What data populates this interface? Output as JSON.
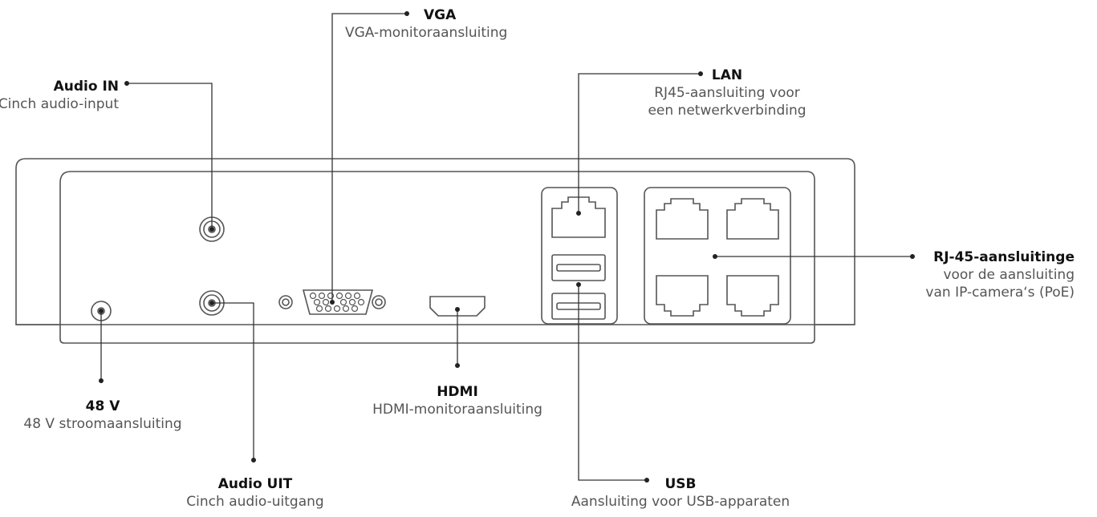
{
  "labels": {
    "audio_in": {
      "title": "Audio IN",
      "desc": "Cinch audio-input"
    },
    "vga": {
      "title": "VGA",
      "desc": "VGA-monitoraansluiting"
    },
    "lan": {
      "title": "LAN",
      "desc1": "RJ45-aansluiting voor",
      "desc2": "een netwerkverbinding"
    },
    "rj45": {
      "title": "RJ-45-aansluitinge",
      "desc1": "voor de aansluiting",
      "desc2": "van IP-camera‘s (PoE)"
    },
    "power": {
      "title": "48 V",
      "desc": "48 V stroomaansluiting"
    },
    "hdmi": {
      "title": "HDMI",
      "desc": "HDMI-monitoraansluiting"
    },
    "audio_out": {
      "title": "Audio UIT",
      "desc": "Cinch audio-uitgang"
    },
    "usb": {
      "title": "USB",
      "desc": "Aansluiting voor USB-apparaten"
    }
  },
  "colors": {
    "line": "#333333",
    "outline": "#555555",
    "text_title": "#111111",
    "text_desc": "#555555"
  }
}
